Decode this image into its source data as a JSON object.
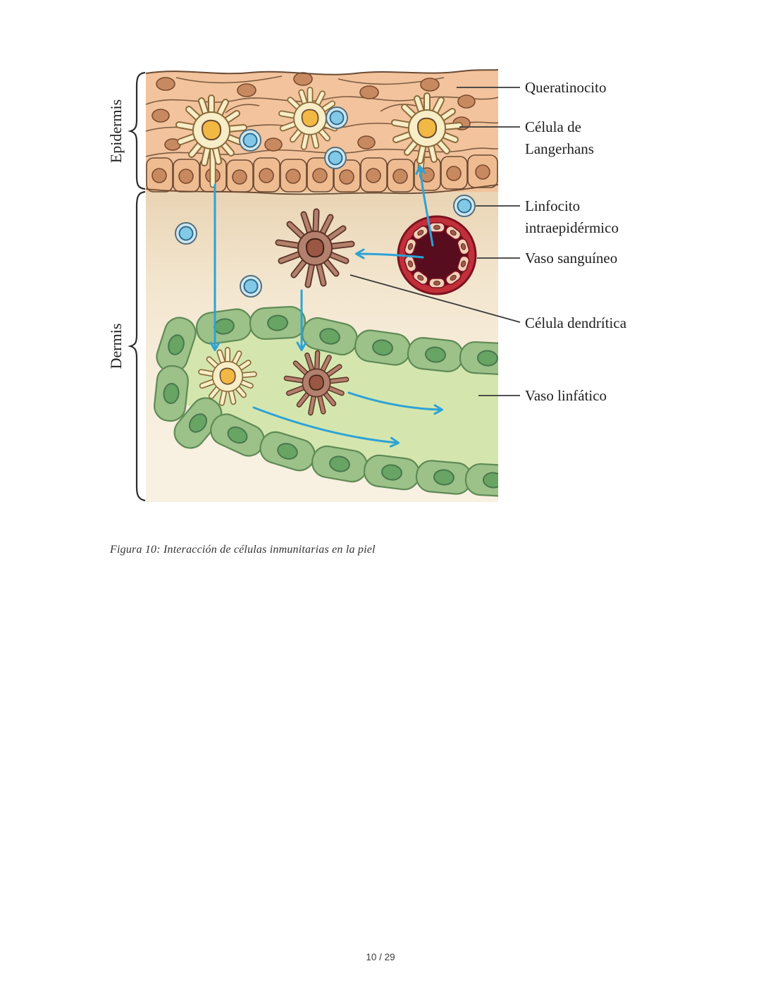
{
  "document": {
    "caption": "Figura 10: Interacción de células inmunitarias en la piel",
    "page_indicator": "10 / 29"
  },
  "figure": {
    "region_labels": {
      "epidermis": "Epidermis",
      "dermis": "Dermis"
    },
    "callouts": {
      "queratinocito": "Queratinocito",
      "celula_de_langerhans_line1": "Célula de",
      "celula_de_langerhans_line2": "Langerhans",
      "linfocito_line1": "Linfocito",
      "linfocito_line2": "intraepidérmico",
      "vaso_sanguineo": "Vaso sanguíneo",
      "celula_dendritica": "Célula dendrítica",
      "vaso_linfatico": "Vaso linfático"
    },
    "colors": {
      "epidermis_fill": "#f2c39c",
      "basal_cell_fill": "#efbc92",
      "cell_outline": "#6b4a33",
      "nucleus_brown": "#c58960",
      "langerhans_body": "#f7edc6",
      "langerhans_nucleus": "#f2b844",
      "lymphocyte_outer": "#cfe8f2",
      "lymphocyte_inner": "#82c9e8",
      "vessel_ring": "#c1303a",
      "vessel_lumen": "#570d1e",
      "endothelium_fill": "#f4cfb8",
      "dendritic_body": "#b3806d",
      "dendritic_nucleus": "#9a5743",
      "lymph_cell": "#9cc189",
      "lymph_cell_nucleus": "#68a463",
      "lymph_lumen": "#d4e6ae",
      "dermis_top": "#e9d3b3",
      "dermis_bottom": "#f8f1e2",
      "arrow_blue": "#2ea3d6",
      "callout_line": "#3a3a3a"
    }
  }
}
